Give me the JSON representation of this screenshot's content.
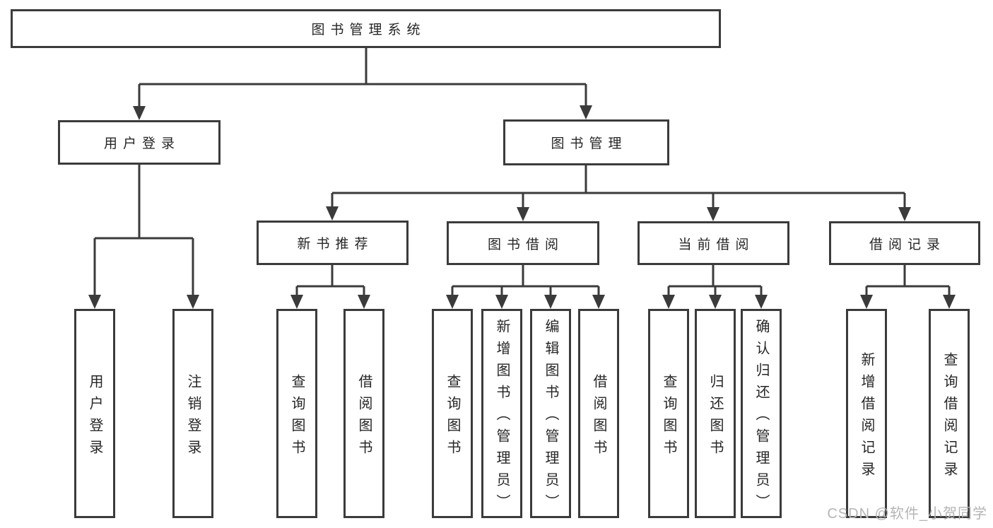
{
  "diagram": {
    "root": {
      "label": "图书管理系统"
    },
    "level2": {
      "user_login": {
        "label": "用户登录"
      },
      "book_management": {
        "label": "图书管理"
      }
    },
    "level3": {
      "new_book_recommend": {
        "label": "新书推荐"
      },
      "book_borrowing": {
        "label": "图书借阅"
      },
      "current_borrowing": {
        "label": "当前借阅"
      },
      "borrowing_records": {
        "label": "借阅记录"
      }
    },
    "level4": {
      "user_login_leaf": {
        "label": "用户登录"
      },
      "logout": {
        "label": "注销登录"
      },
      "rec_query_books": {
        "label": "查询图书"
      },
      "rec_borrow_books": {
        "label": "借阅图书"
      },
      "bb_query_books": {
        "label": "查询图书"
      },
      "bb_add_books": {
        "label": "新增图书（管理员）"
      },
      "bb_edit_books": {
        "label": "编辑图书（管理员）"
      },
      "bb_borrow_books": {
        "label": "借阅图书"
      },
      "cb_query_books": {
        "label": "查询图书"
      },
      "cb_return_books": {
        "label": "归还图书"
      },
      "cb_confirm_return": {
        "label": "确认归还（管理员）"
      },
      "br_add_record": {
        "label": "新增借阅记录"
      },
      "br_query_record": {
        "label": "查询借阅记录"
      }
    }
  },
  "watermark": {
    "text": "CSDN @软件_小贺同学"
  },
  "colors": {
    "line": "#3b3b3b",
    "box_border": "#3b3b3b",
    "text": "#262626",
    "watermark": "#b5b5b5",
    "background": "#ffffff"
  }
}
